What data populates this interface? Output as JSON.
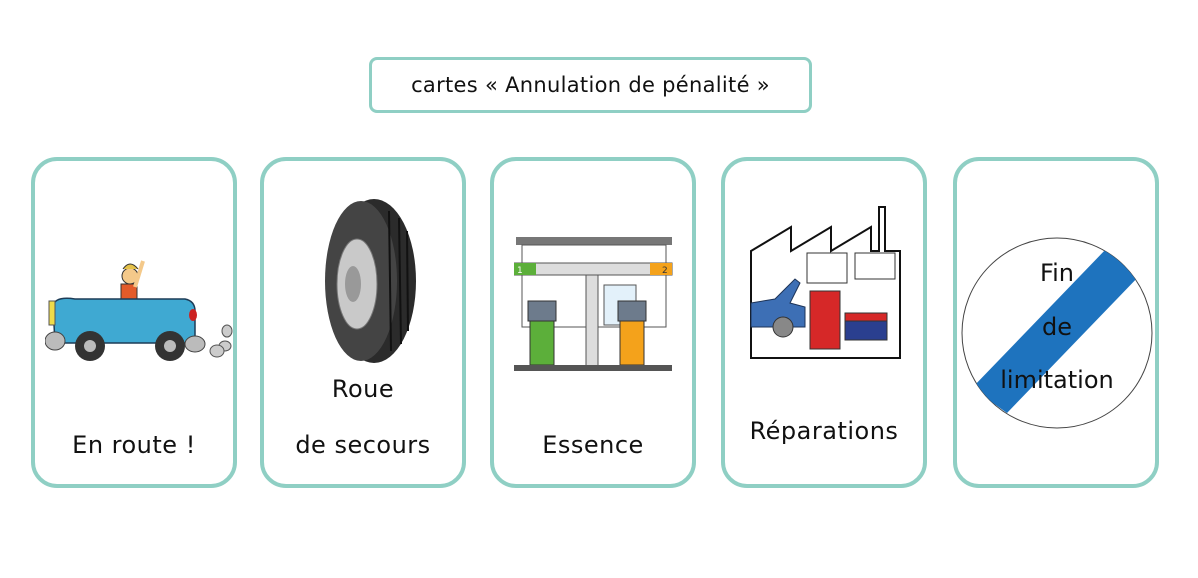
{
  "title": "cartes « Annulation de pénalité »",
  "colors": {
    "card_border": "#8fcfc4",
    "sign_stripe": "#1e73be"
  },
  "cards": [
    {
      "label": "En route !",
      "icon": "car-icon"
    },
    {
      "label_line1": "Roue",
      "label_line2": "de secours",
      "icon": "tire-icon"
    },
    {
      "label": "Essence",
      "icon": "gas-station-icon"
    },
    {
      "label": "Réparations",
      "icon": "garage-icon"
    },
    {
      "sign_line1": "Fin",
      "sign_line2": "de",
      "sign_line3": "limitation",
      "icon": "end-of-limit-sign-icon"
    }
  ]
}
